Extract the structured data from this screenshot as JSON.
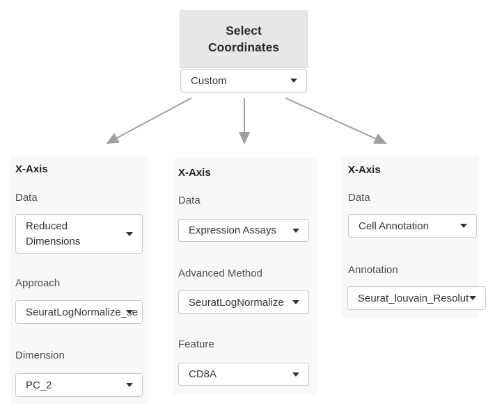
{
  "colors": {
    "header_box_bg": "#e7e7e7",
    "header_box_border": "#d9d9d9",
    "panel_bg": "#f8f8f8",
    "dropdown_border": "#c9c9c9",
    "arrow": "#9e9e9e",
    "heading_text": "#1f1f1f",
    "label_text": "#4d4d4d",
    "value_text": "#333333"
  },
  "top": {
    "title": "Select Coordinates",
    "dropdown_value": "Custom"
  },
  "panels": [
    {
      "heading": "X-Axis",
      "fields": [
        {
          "label": "Data",
          "value": "Reduced Dimensions"
        },
        {
          "label": "Approach",
          "value": "SeuratLogNormalize_se"
        },
        {
          "label": "Dimension",
          "value": "PC_2"
        }
      ]
    },
    {
      "heading": "X-Axis",
      "fields": [
        {
          "label": "Data",
          "value": "Expression Assays"
        },
        {
          "label": "Advanced Method",
          "value": "SeuratLogNormalize"
        },
        {
          "label": "Feature",
          "value": "CD8A"
        }
      ]
    },
    {
      "heading": "X-Axis",
      "fields": [
        {
          "label": "Data",
          "value": "Cell Annotation"
        },
        {
          "label": "Annotation",
          "value": "Seurat_louvain_Resolut"
        }
      ]
    }
  ]
}
